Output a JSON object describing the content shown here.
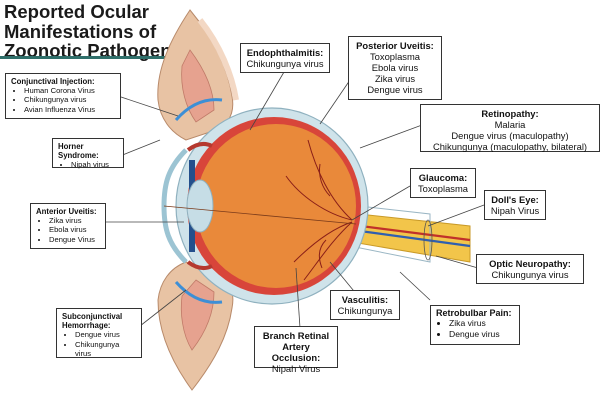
{
  "title": [
    "Reported Ocular",
    "Manifestations of",
    "Zoonotic Pathogens"
  ],
  "colors": {
    "accent_rule": "#2f6f6a",
    "sclera": "#cfe3ea",
    "choroid": "#d8453a",
    "vitreous": "#e9893a",
    "nerve": "#f2c54a",
    "lid_skin": "#e8c3a4"
  },
  "boxes": {
    "conjunctival_injection": {
      "heading": "Conjunctival Injection:",
      "items": [
        "Human Corona Virus",
        "Chikungunya virus",
        "Avian Influenza Virus"
      ]
    },
    "horner_syndrome": {
      "heading": "Horner Syndrome:",
      "items": [
        "Nipah virus"
      ]
    },
    "anterior_uveitis": {
      "heading": "Anterior Uveitis:",
      "items": [
        "Zika virus",
        "Ebola virus",
        "Dengue Virus"
      ]
    },
    "subconjunctival_hemorrhage": {
      "heading": "Subconjunctival Hemorrhage:",
      "items": [
        "Dengue virus",
        "Chikungunya virus"
      ]
    },
    "endophthalmitis": {
      "heading": "Endophthalmitis:",
      "lines": [
        "Chikungunya virus"
      ]
    },
    "posterior_uveitis": {
      "heading": "Posterior Uveitis:",
      "lines": [
        "Toxoplasma",
        "Ebola virus",
        "Zika virus",
        "Dengue virus"
      ]
    },
    "retinopathy": {
      "heading": "Retinopathy:",
      "lines": [
        "Malaria",
        "Dengue virus (maculopathy)",
        "Chikungunya (maculopathy, bilateral)"
      ]
    },
    "glaucoma": {
      "heading": "Glaucoma:",
      "lines": [
        "Toxoplasma"
      ]
    },
    "dolls_eye": {
      "heading": "Doll's Eye:",
      "lines": [
        "Nipah Virus"
      ]
    },
    "optic_neuropathy": {
      "heading": "Optic Neuropathy:",
      "lines": [
        "Chikungunya virus"
      ]
    },
    "retrobulbar_pain": {
      "heading": "Retrobulbar Pain:",
      "items": [
        "Zika virus",
        "Dengue virus"
      ]
    },
    "vasculitis": {
      "heading": "Vasculitis:",
      "lines": [
        "Chikungunya"
      ]
    },
    "branch_retinal_artery_occlusion": {
      "heading": "Branch Retinal Artery Occlusion:",
      "lines": [
        "Nipah Virus"
      ]
    }
  }
}
